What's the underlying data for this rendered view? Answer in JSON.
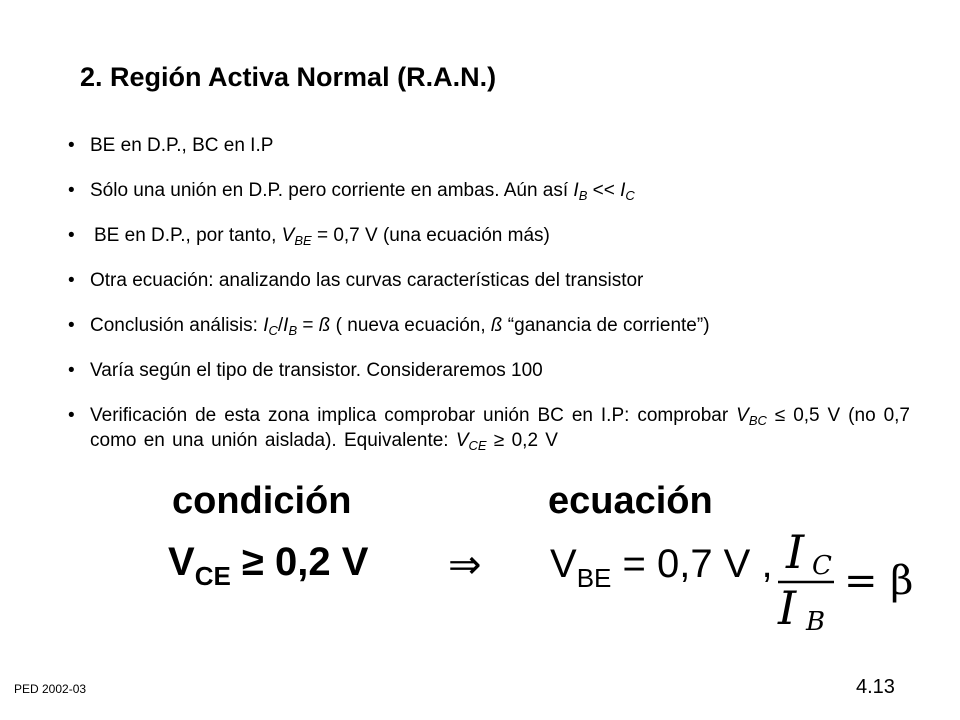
{
  "title": "2. Región Activa Normal (R.A.N.)",
  "bullets": [
    {
      "parts": [
        "BE en D.P., BC en I.P"
      ]
    },
    {
      "parts": [
        "Sólo una unión en D.P. pero corriente en ambas. Aún así  ",
        "I",
        "B",
        " << ",
        "I",
        "C"
      ]
    },
    {
      "parts": [
        "BE en D.P., por tanto, ",
        "V",
        "BE",
        " = 0,7 V (una ecuación más)"
      ]
    },
    {
      "parts": [
        "Otra ecuación: analizando las curvas características del transistor"
      ]
    },
    {
      "parts": [
        "Conclusión análisis: ",
        "I",
        "C",
        "/",
        "I",
        "B",
        " = ",
        "ß",
        " ( nueva ecuación, ",
        "ß",
        " “ganancia de corriente”)"
      ]
    },
    {
      "parts": [
        "Varía según el tipo de transistor. Consideraremos 100"
      ]
    },
    {
      "parts": [
        "Verificación de esta zona implica comprobar unión BC en I.P: comprobar ",
        "V",
        "BC",
        " ≤ 0,5 V (no 0,7 como en una unión aislada). Equivalente: ",
        "V",
        "CE",
        " ≥ 0,2 V"
      ]
    }
  ],
  "labels": {
    "condition": "condición",
    "equation": "ecuación"
  },
  "condition_formula": {
    "v": "V",
    "sub": "CE",
    "rest": " ≥ 0,2 V"
  },
  "implies": "⇒",
  "equation_formula": {
    "v": "V",
    "sub": "BE",
    "rest": " = 0,7 V ,"
  },
  "fraction": {
    "num_var": "I",
    "num_sub": "C",
    "den_var": "I",
    "den_sub": "B",
    "rhs": "= β"
  },
  "footer": {
    "left": "PED  2002-03",
    "right": "4.13"
  }
}
